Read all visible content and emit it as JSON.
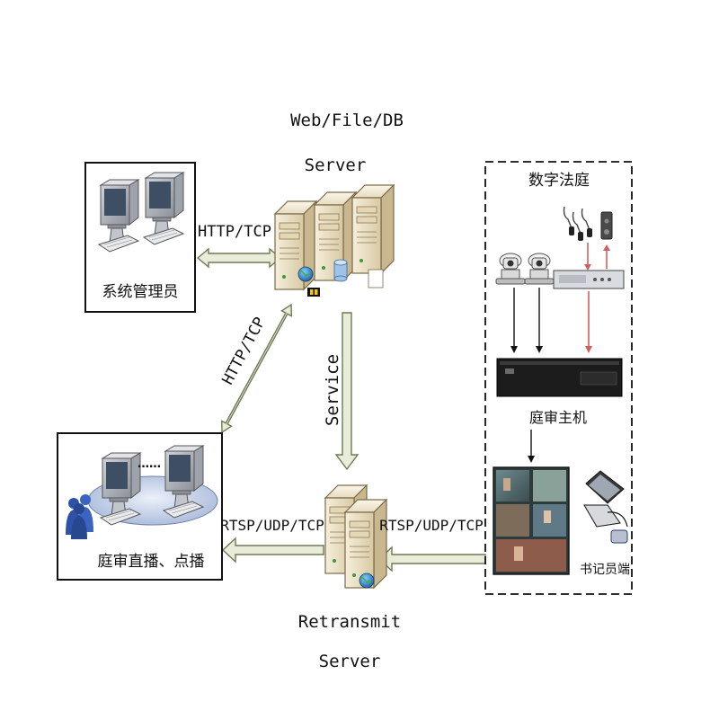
{
  "nodes": {
    "web_server": {
      "label_line1": "Web/File/DB",
      "label_line2": "Server"
    },
    "retransmit_server": {
      "label_line1": "Retransmit",
      "label_line2": "Server"
    },
    "admin_group": {
      "label": "系统管理员"
    },
    "live_group": {
      "label": "庭审直播、点播",
      "dots": "……"
    },
    "digital_court": {
      "label": "数字法庭"
    },
    "court_host": {
      "label": "庭审主机"
    },
    "clerk_terminal": {
      "label": "书记员端"
    }
  },
  "edges": {
    "admin_web": {
      "label": "HTTP/TCP"
    },
    "live_web": {
      "label": "HTTP/TCP"
    },
    "web_retransmit": {
      "label": "Service"
    },
    "retransmit_live": {
      "label": "RTSP/UDP/TCP"
    },
    "court_retransmit": {
      "label": "RTSP/UDP/TCP"
    }
  },
  "colors": {
    "arrow_fill": "#e9ecd9",
    "arrow_stroke": "#6f7a57",
    "red_arrow": "#d0605e",
    "server_body": "#efe6cf",
    "server_edge": "#7a6a49"
  }
}
